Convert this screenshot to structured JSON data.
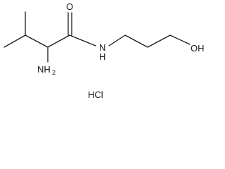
{
  "molecule": {
    "atoms": {
      "carbonyl_oxygen": "O",
      "amide_nitrogen": "N",
      "amide_hydrogen": "H",
      "hydroxyl": "OH",
      "amine_main": "NH",
      "amine_subscript": "2"
    },
    "salt": "HCl"
  },
  "colors": {
    "ink": "#1a1a1a",
    "background": "#ffffff"
  }
}
